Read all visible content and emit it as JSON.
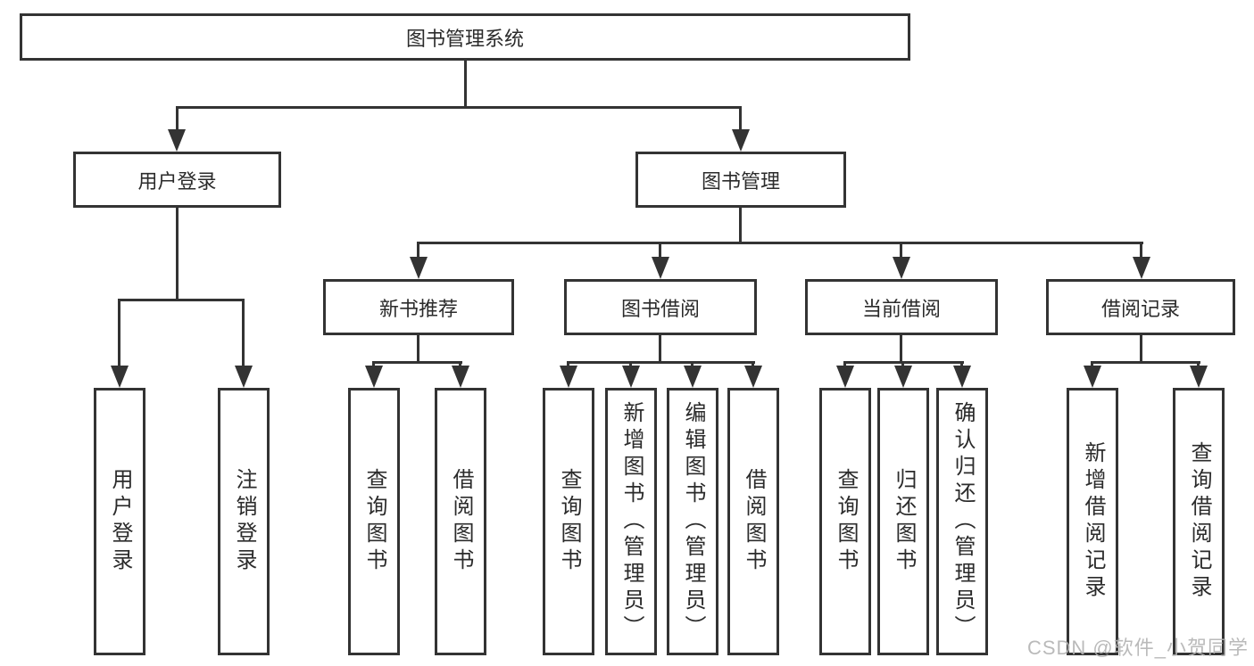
{
  "tree": {
    "root": {
      "label": "图书管理系统",
      "children": [
        {
          "label": "用户登录",
          "children": [
            {
              "label": "用户登录"
            },
            {
              "label": "注销登录"
            }
          ]
        },
        {
          "label": "图书管理",
          "children": [
            {
              "label": "新书推荐",
              "children": [
                {
                  "label": "查询图书"
                },
                {
                  "label": "借阅图书"
                }
              ]
            },
            {
              "label": "图书借阅",
              "children": [
                {
                  "label": "查询图书"
                },
                {
                  "label": "新增图书（管理员）"
                },
                {
                  "label": "编辑图书（管理员）"
                },
                {
                  "label": "借阅图书"
                }
              ]
            },
            {
              "label": "当前借阅",
              "children": [
                {
                  "label": "查询图书"
                },
                {
                  "label": "归还图书"
                },
                {
                  "label": "确认归还（管理员）"
                }
              ]
            },
            {
              "label": "借阅记录",
              "children": [
                {
                  "label": "新增借阅记录"
                },
                {
                  "label": "查询借阅记录"
                }
              ]
            }
          ]
        }
      ]
    }
  },
  "watermark": {
    "text": "CSDN @软件_小贺同学"
  },
  "colors": {
    "line": "#333333",
    "text": "#2b2b2b",
    "background": "#ffffff",
    "watermark": "#b3b3b3"
  }
}
